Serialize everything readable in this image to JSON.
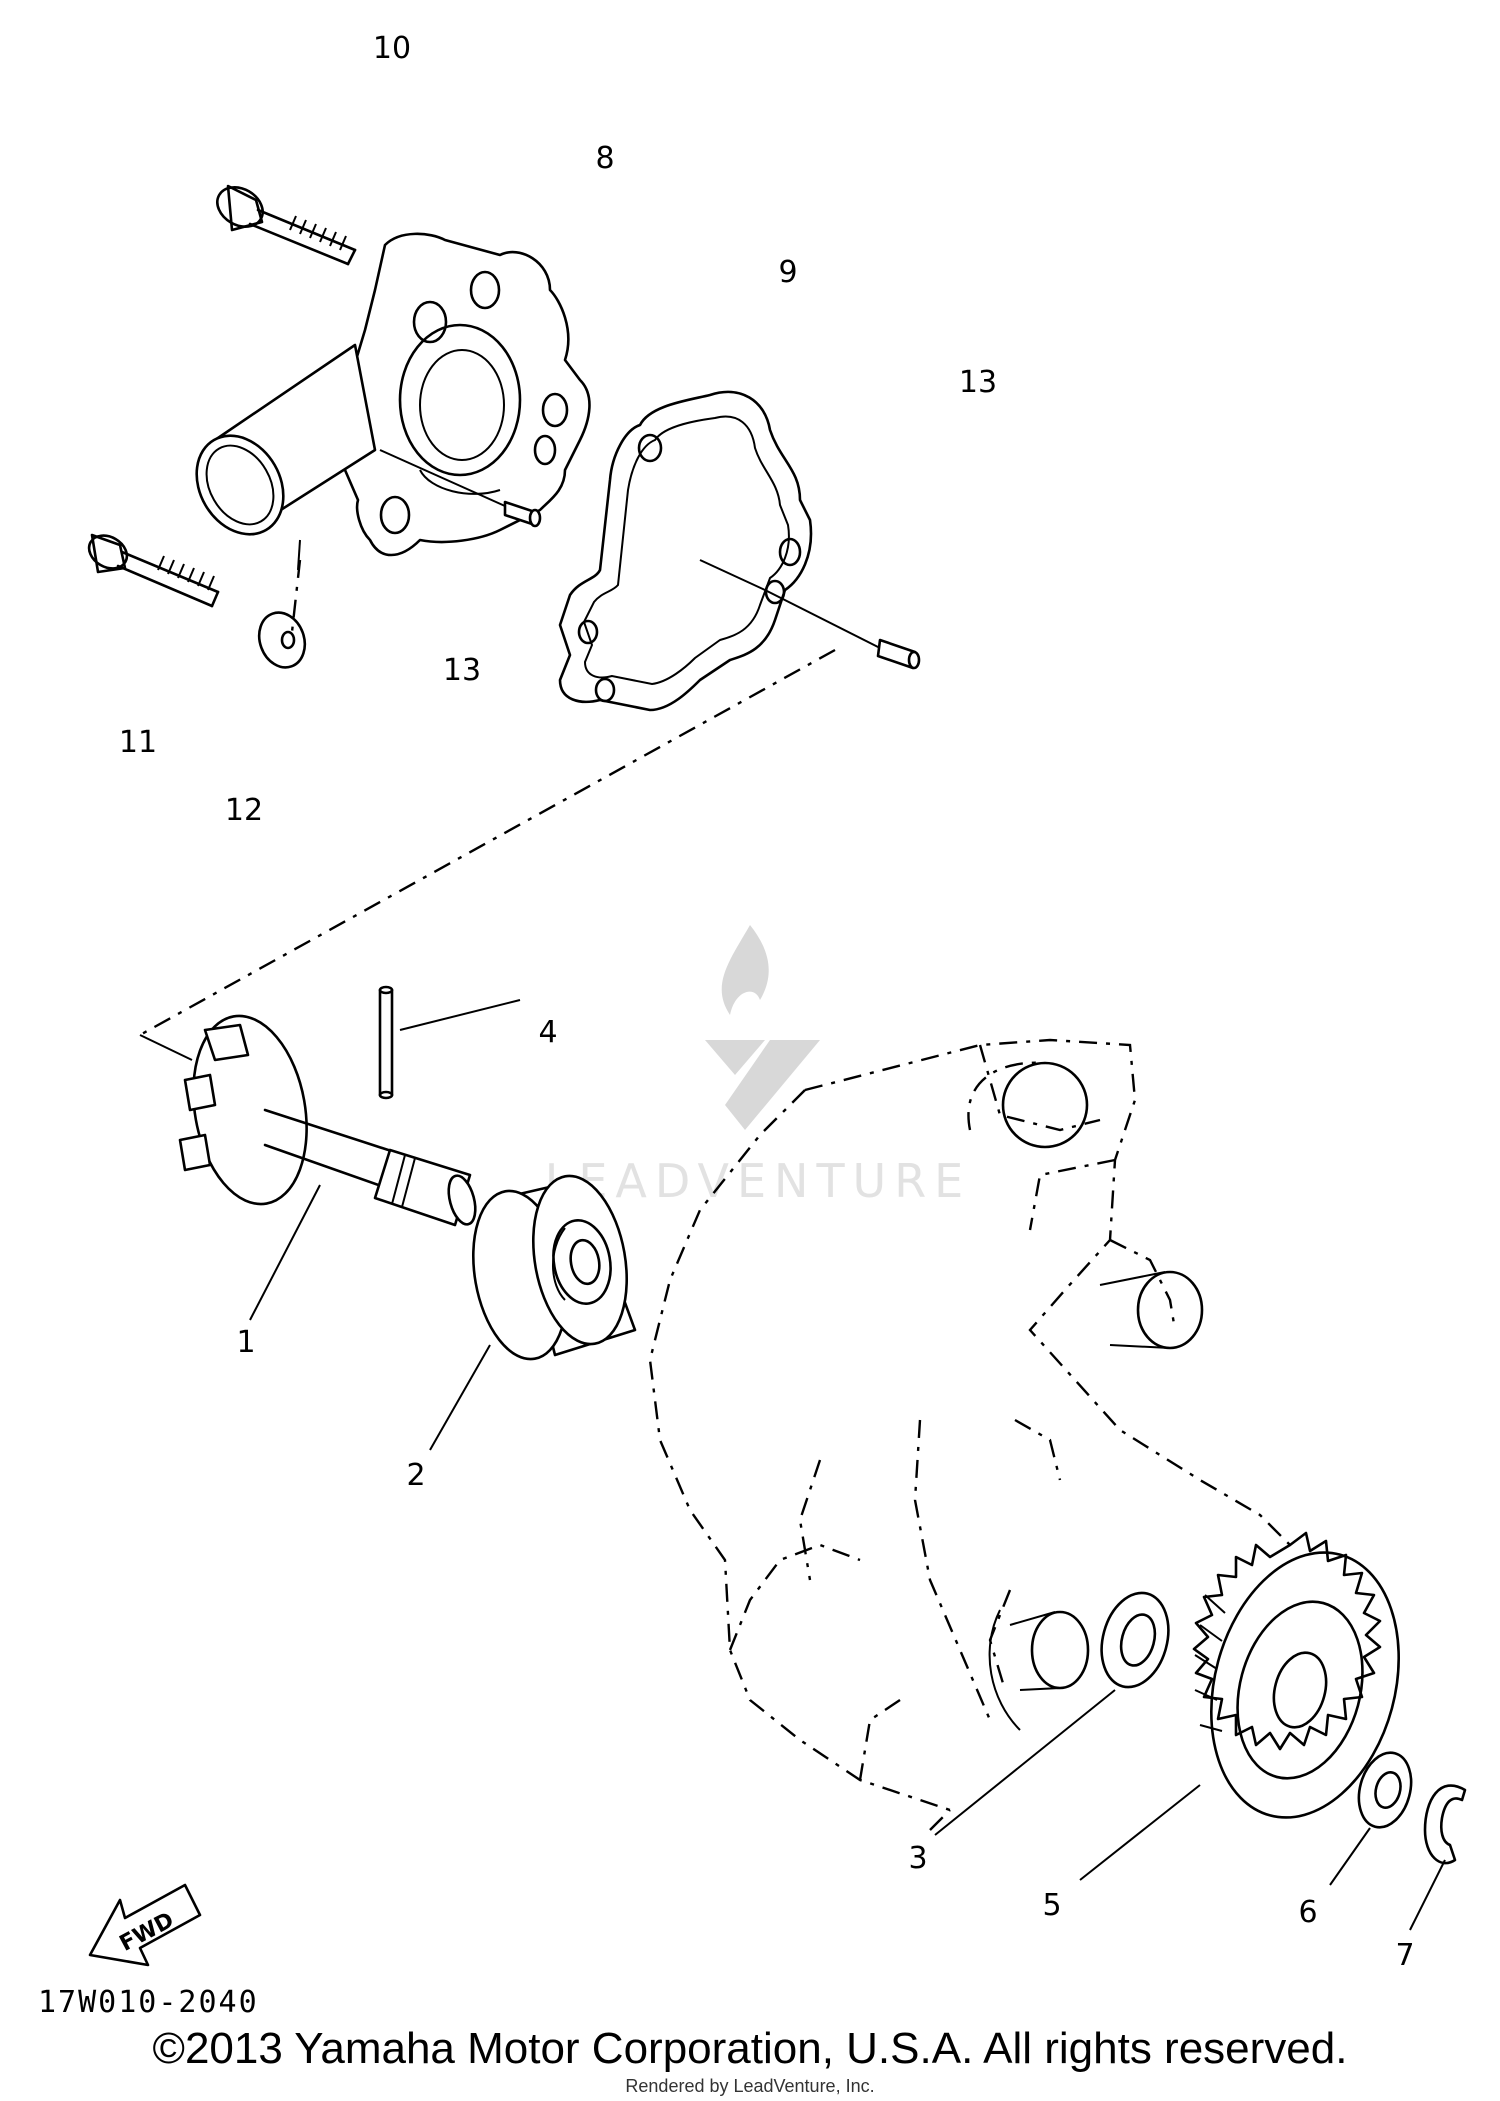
{
  "callouts": [
    {
      "id": "1",
      "label": "1"
    },
    {
      "id": "2",
      "label": "2"
    },
    {
      "id": "3",
      "label": "3"
    },
    {
      "id": "4",
      "label": "4"
    },
    {
      "id": "5",
      "label": "5"
    },
    {
      "id": "6",
      "label": "6"
    },
    {
      "id": "7",
      "label": "7"
    },
    {
      "id": "8",
      "label": "8"
    },
    {
      "id": "9",
      "label": "9"
    },
    {
      "id": "10",
      "label": "10"
    },
    {
      "id": "11",
      "label": "11"
    },
    {
      "id": "12",
      "label": "12"
    },
    {
      "id": "13a",
      "label": "13"
    },
    {
      "id": "13b",
      "label": "13"
    }
  ],
  "fwd_label": "FWD",
  "diagram_code": "17W010-2040",
  "watermark": "LEADVENTURE",
  "copyright": "©2013 Yamaha Motor Corporation, U.S.A. All rights reserved.",
  "rendered_by": "Rendered by LeadVenture, Inc."
}
